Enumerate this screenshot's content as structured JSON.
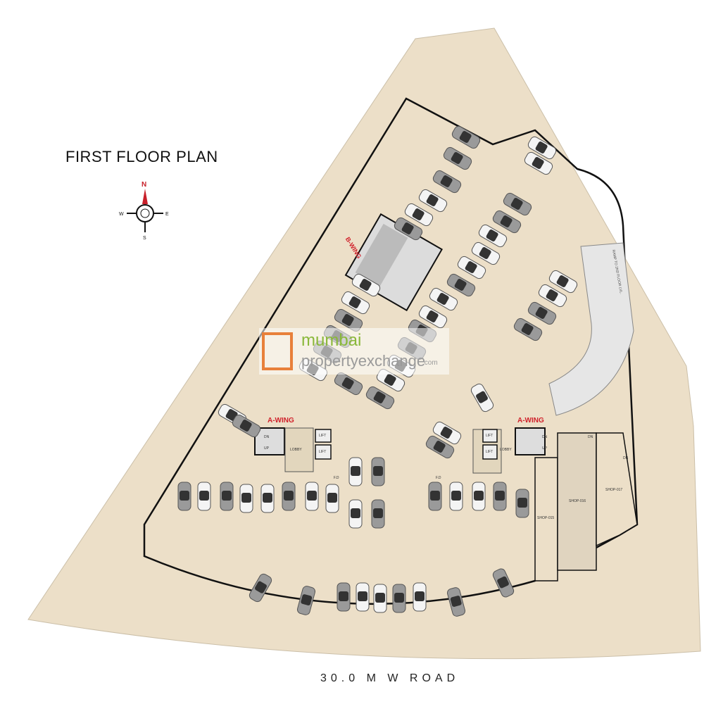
{
  "title": "FIRST FLOOR PLAN",
  "road_label": "30.0  M  W  ROAD",
  "compass": {
    "n": "N",
    "s": "S",
    "e": "E",
    "w": "W"
  },
  "wings": {
    "a_left": "A-WING",
    "a_right": "A-WING",
    "b": "B-WING"
  },
  "rooms": {
    "lobby": "LOBBY",
    "lift": "LIFT",
    "up": "UP",
    "dn": "DN",
    "fd": "F.D",
    "ramp": "RAMP TO 2ND FLOOR LVL.",
    "shop_015": "SHOP-015",
    "shop_016": "SHOP-016",
    "shop_017": "SHOP-017"
  },
  "watermark": {
    "line1": "mumbai",
    "line2": "propertyexchange",
    "suffix": ".com"
  },
  "colors": {
    "site": "#ecdfc8",
    "wing_label": "#d0202a",
    "wall": "#111111",
    "ramp": "#e6e6e6",
    "shop": "#e0d4bf"
  }
}
